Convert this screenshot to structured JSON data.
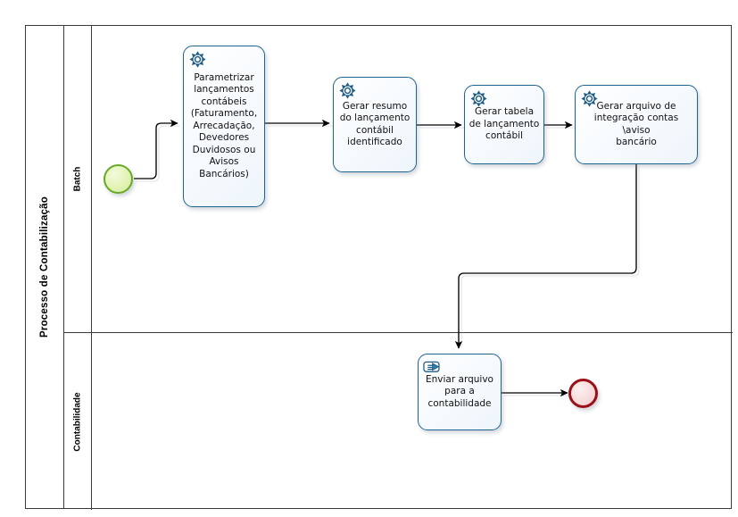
{
  "diagram": {
    "type": "bpmn-process",
    "pool": {
      "label": "Processo de Contabilização"
    },
    "lanes": [
      {
        "id": "batch",
        "label": "Batch"
      },
      {
        "id": "contabilidade",
        "label": "Contabilidade"
      }
    ],
    "events": [
      {
        "id": "start",
        "kind": "start-event",
        "label": "",
        "lane": "batch",
        "color": "#6aa828"
      },
      {
        "id": "end",
        "kind": "end-event",
        "label": "",
        "lane": "contabilidade",
        "color": "#9b1018"
      }
    ],
    "tasks": [
      {
        "id": "task-parametrizar",
        "lane": "batch",
        "icon": "gear-icon",
        "task_type": "service",
        "label": "Parametrizar\nlançamentos\ncontábeis\n(Faturamento,\nArrecadação,\nDevedores\nDuvidosos ou\nAvisos\nBancários)"
      },
      {
        "id": "task-gerar-resumo",
        "lane": "batch",
        "icon": "gear-icon",
        "task_type": "service",
        "label": "Gerar resumo\ndo lançamento\ncontábil\nidentificado"
      },
      {
        "id": "task-gerar-tabela",
        "lane": "batch",
        "icon": "gear-icon",
        "task_type": "service",
        "label": "Gerar tabela\nde lançamento\ncontábil"
      },
      {
        "id": "task-gerar-arquivo",
        "lane": "batch",
        "icon": "gear-icon",
        "task_type": "service",
        "label": "Gerar arquivo de\nintegração contas \\aviso\nbancário"
      },
      {
        "id": "task-enviar-arquivo",
        "lane": "contabilidade",
        "icon": "manual-hand-icon",
        "task_type": "manual",
        "label": "Enviar arquivo\npara a\ncontabilidade"
      }
    ],
    "flows": [
      {
        "from": "start",
        "to": "task-parametrizar"
      },
      {
        "from": "task-parametrizar",
        "to": "task-gerar-resumo"
      },
      {
        "from": "task-gerar-resumo",
        "to": "task-gerar-tabela"
      },
      {
        "from": "task-gerar-tabela",
        "to": "task-gerar-arquivo"
      },
      {
        "from": "task-gerar-arquivo",
        "to": "task-enviar-arquivo"
      },
      {
        "from": "task-enviar-arquivo",
        "to": "end"
      }
    ],
    "colors": {
      "task_border": "#1f6391",
      "task_fill": "#f2f8fd",
      "pool_border": "#3b3b3b",
      "flow": "#000000"
    }
  }
}
